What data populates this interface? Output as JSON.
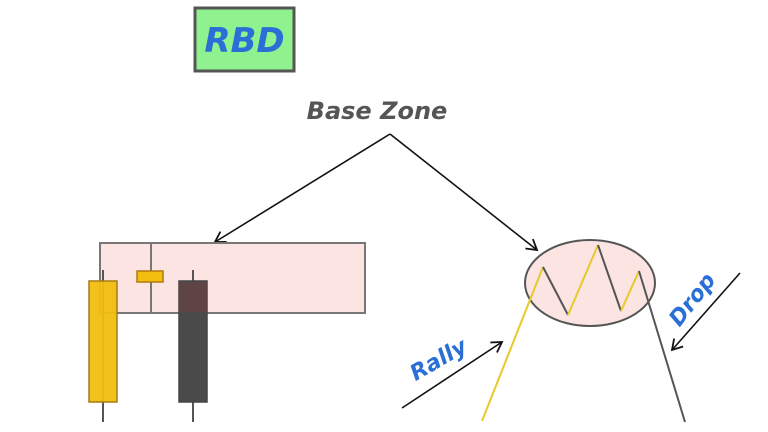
{
  "title": "RBD",
  "base_zone_label": "Base Zone",
  "rally_label": "Rally",
  "drop_label": "Drop",
  "colors": {
    "title_bg": "#8ff28f",
    "title_text": "#2a6fd6",
    "zone_fill": "#fbe4e2",
    "bull_candle": "#f2be0f",
    "bear_candle": "#4a4a4a",
    "label_blue": "#2a6fd6"
  }
}
